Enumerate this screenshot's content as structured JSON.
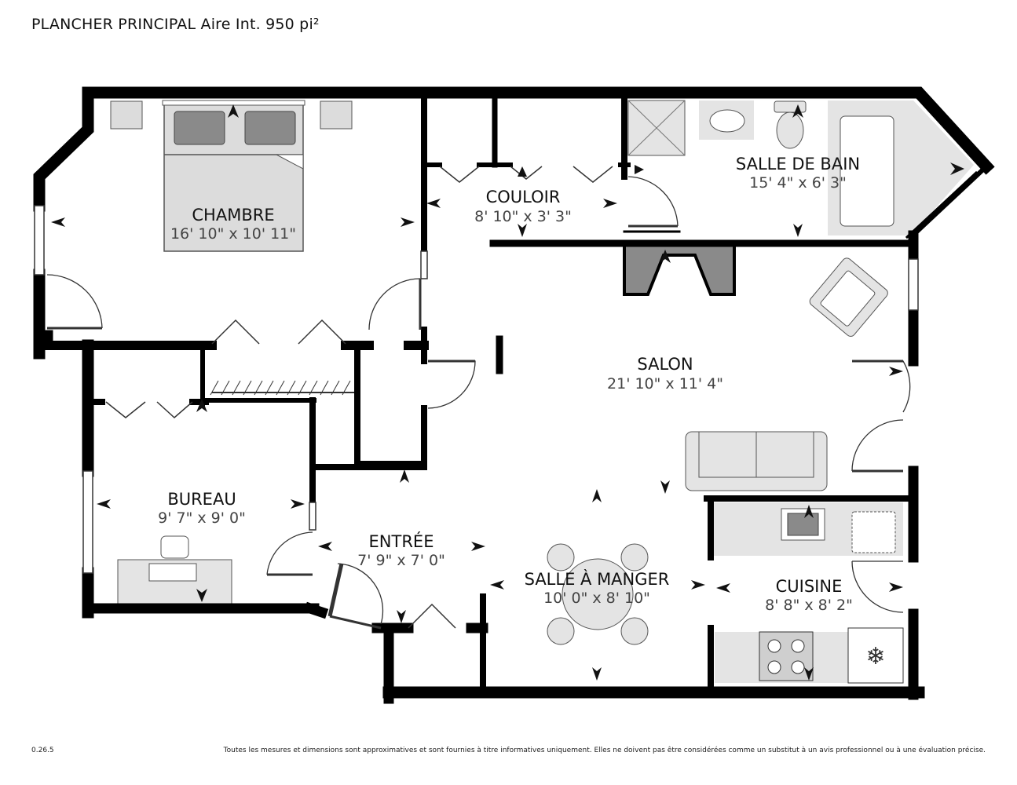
{
  "header": {
    "title": "PLANCHER PRINCIPAL Aire Int. 950 pi²"
  },
  "footer": {
    "version": "0.26.5",
    "disclaimer": "Toutes les mesures et dimensions sont approximatives et sont fournies à titre informatives uniquement. Elles ne doivent pas être considérées comme un substitut à un avis professionnel ou à une évaluation précise."
  },
  "rooms": {
    "chambre": {
      "name": "CHAMBRE",
      "dims": "16' 10\" x 10' 11\""
    },
    "couloir": {
      "name": "COULOIR",
      "dims": "8' 10\" x 3' 3\""
    },
    "salle_bain": {
      "name": "SALLE DE BAIN",
      "dims": "15' 4\" x 6' 3\""
    },
    "salon": {
      "name": "SALON",
      "dims": "21' 10\" x 11' 4\""
    },
    "bureau": {
      "name": "BUREAU",
      "dims": "9' 7\" x 9' 0\""
    },
    "entree": {
      "name": "ENTRÉE",
      "dims": "7' 9\" x 7' 0\""
    },
    "salle_manger": {
      "name": "SALLE À MANGER",
      "dims": "10' 0\" x 8' 10\""
    },
    "cuisine": {
      "name": "CUISINE",
      "dims": "8' 8\" x 8' 2\""
    }
  },
  "colors": {
    "wall": "#000000",
    "fixture": "#e2e2e2",
    "fixture_dark": "#8a8a8a",
    "line": "#555555"
  }
}
